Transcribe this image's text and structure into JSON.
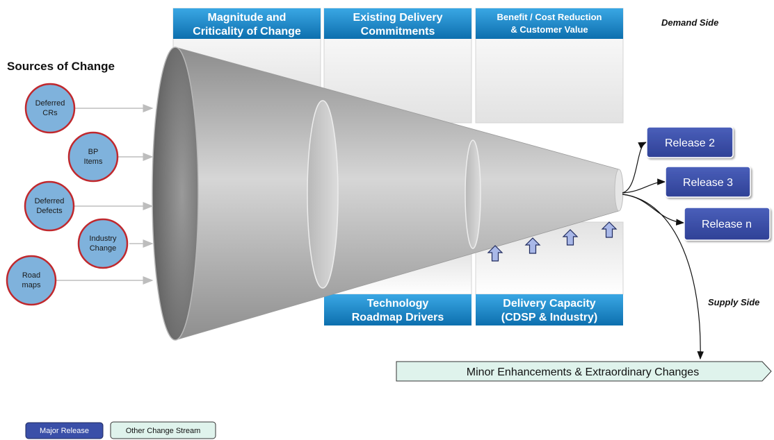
{
  "title": "Sources of Change",
  "demand_label": "Demand Side",
  "supply_label": "Supply Side",
  "sources": [
    {
      "line1": "Deferred",
      "line2": "CRs"
    },
    {
      "line1": "BP",
      "line2": "Items"
    },
    {
      "line1": "Deferred",
      "line2": "Defects"
    },
    {
      "line1": "Industry",
      "line2": "Change"
    },
    {
      "line1": "Road",
      "line2": "maps"
    }
  ],
  "top_headers": [
    {
      "line1": "Magnitude and",
      "line2": "Criticality of Change"
    },
    {
      "line1": "Existing Delivery",
      "line2": "Commitments"
    },
    {
      "line1": "Benefit / Cost Reduction",
      "line2": "& Customer Value"
    }
  ],
  "bottom_headers": [
    {
      "line1": "Technology",
      "line2": "Roadmap Drivers"
    },
    {
      "line1": "Delivery Capacity",
      "line2": "(CDSP & Industry)"
    }
  ],
  "releases": [
    "Release 2",
    "Release 3",
    "Release n"
  ],
  "minor_stream": "Minor Enhancements & Extraordinary Changes",
  "legend": {
    "major": "Major Release",
    "other": "Other Change Stream"
  },
  "colors": {
    "header_blue": "#1a8fd1",
    "release_blue": "#3a4fa8",
    "circle_fill": "#7fb2dc",
    "circle_stroke": "#c0282d",
    "minor_fill": "#dff3ec",
    "funnel_grey": "#a8a8a8"
  }
}
